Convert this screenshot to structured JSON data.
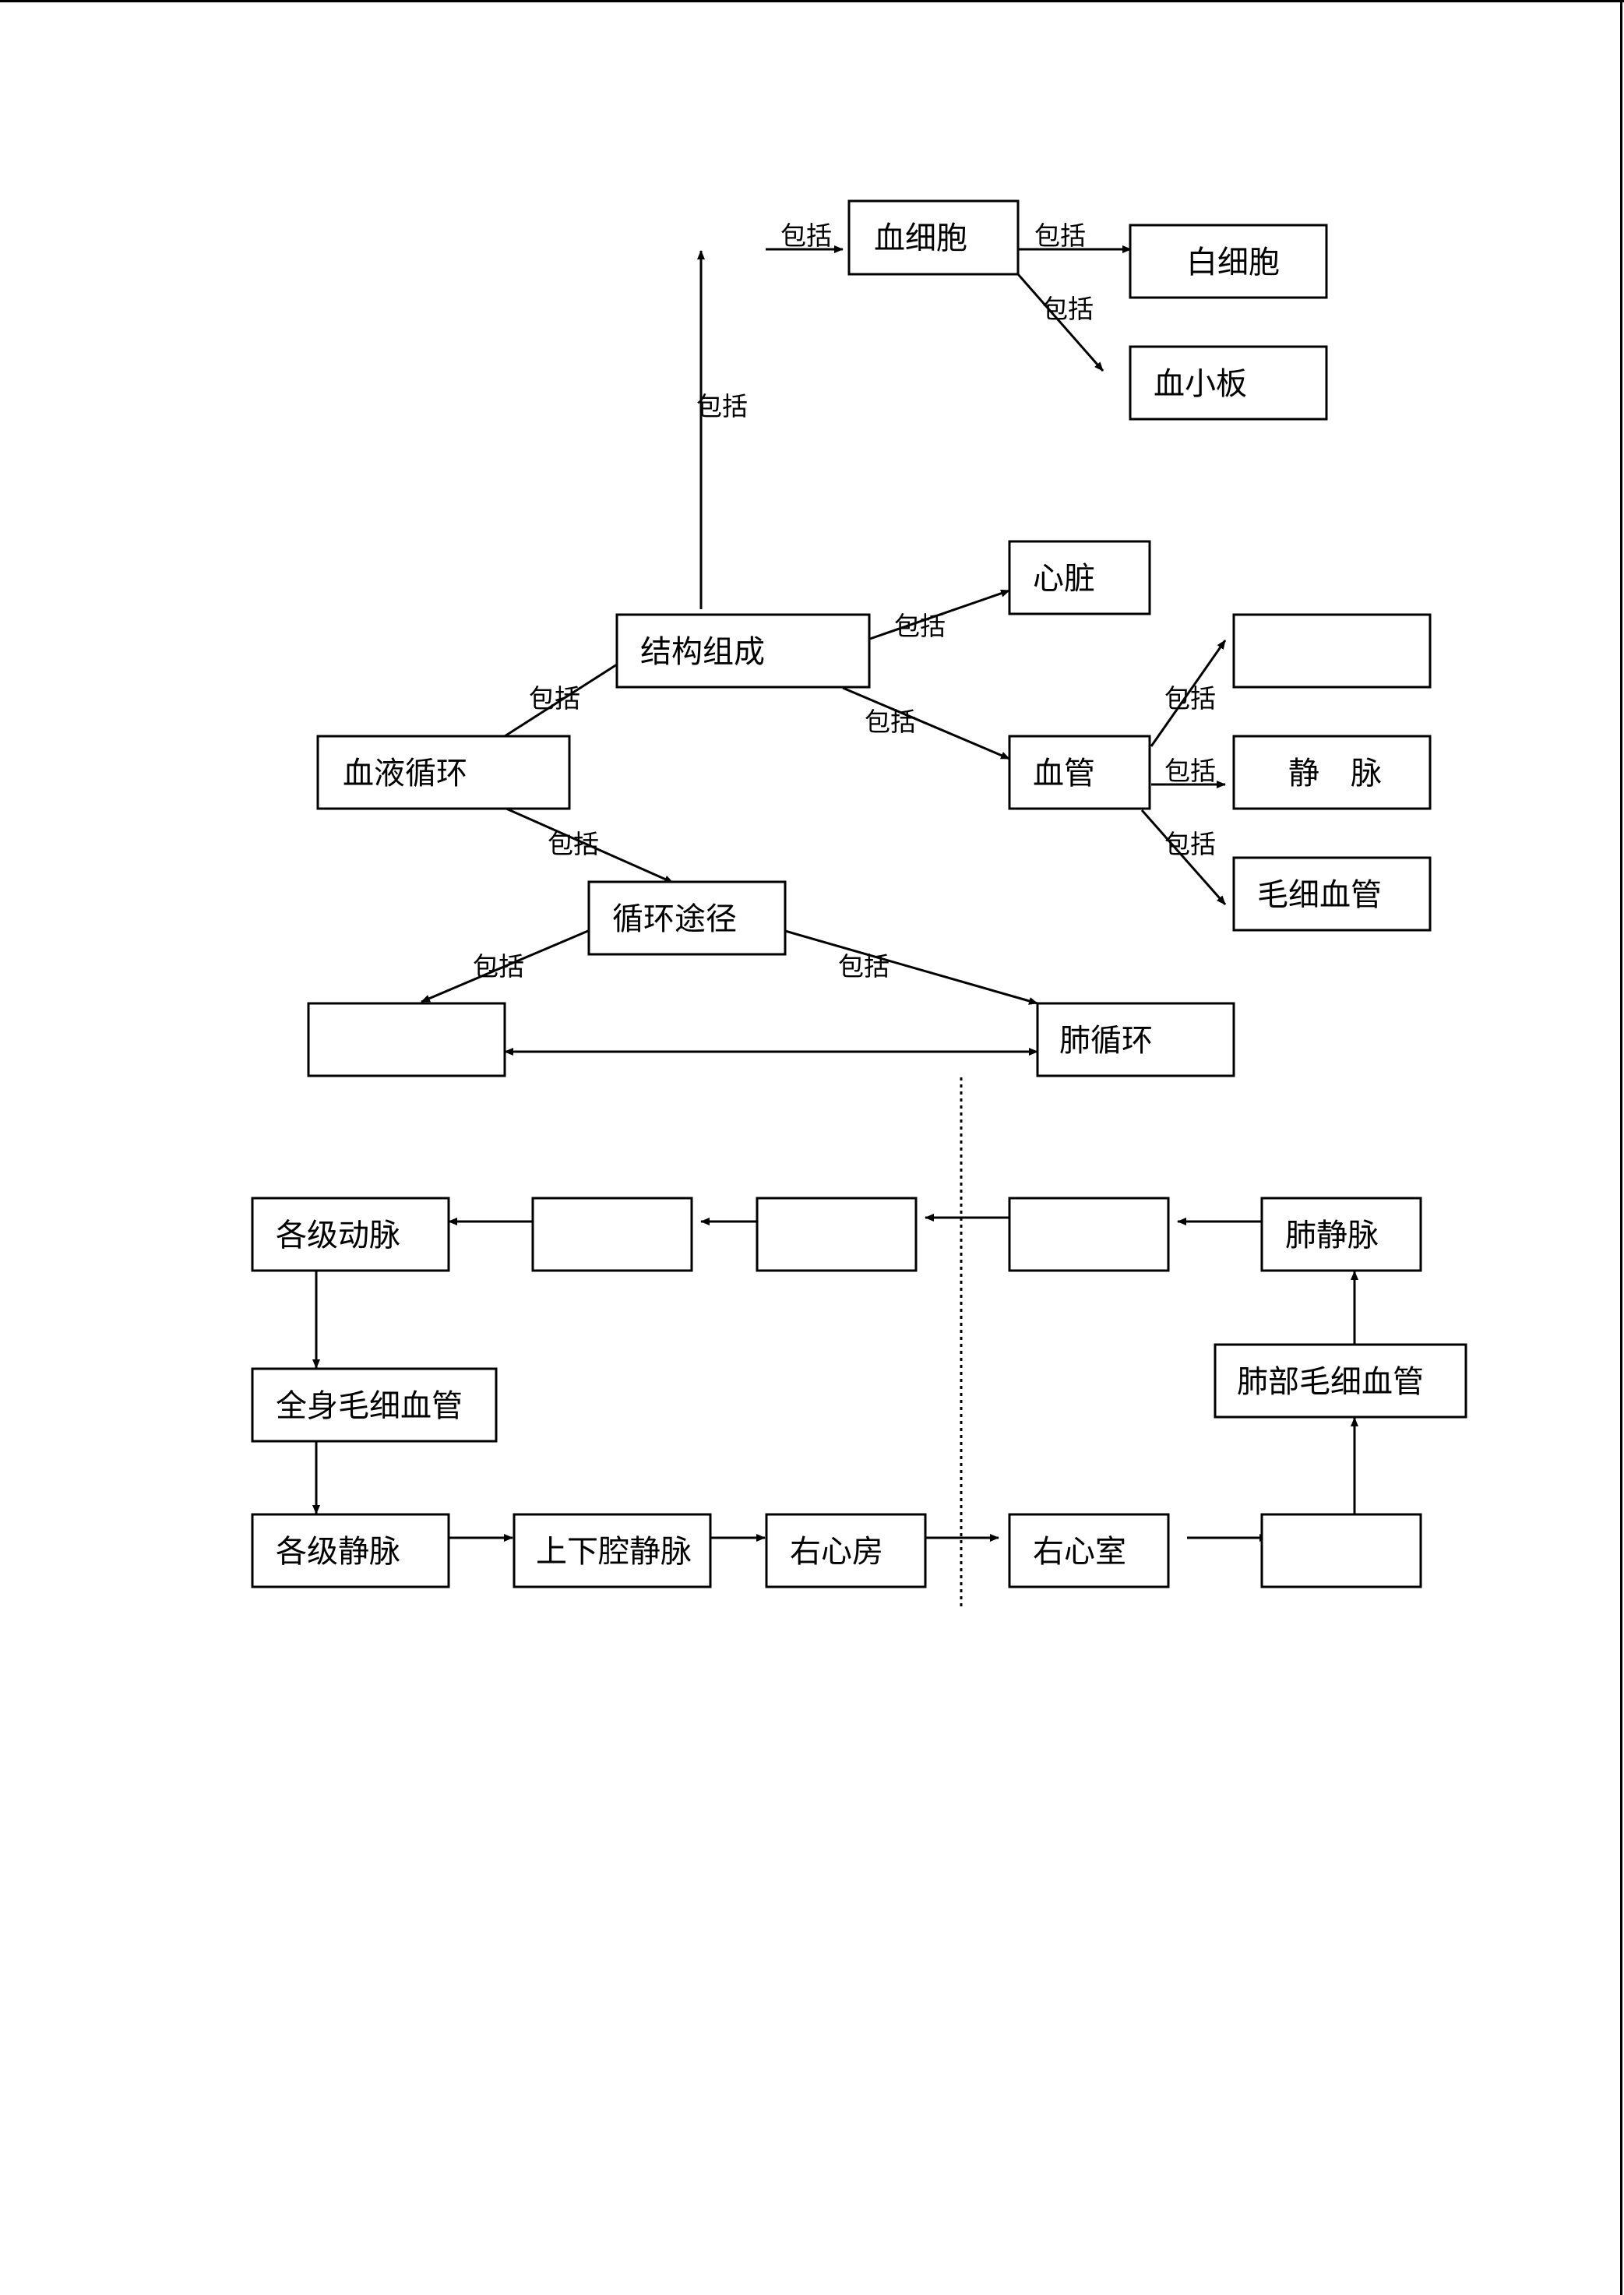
{
  "diagram": {
    "nodes": {
      "blood_circulation": "血液循环",
      "structure": "结构组成",
      "blood_cells": "血细胞",
      "white_blood_cells": "白细胞",
      "platelets": "血小板",
      "heart": "心脏",
      "blood_vessels": "血管",
      "blank_vessel_top": "",
      "veins": "静　脉",
      "capillaries": "毛细血管",
      "circulation_path": "循环途径",
      "blank_systemic": "",
      "pulmonary_circulation": "肺循环",
      "arteries_all_levels": "各级动脉",
      "blank_flow_1": "",
      "blank_flow_2": "",
      "blank_flow_3": "",
      "pulmonary_veins": "肺静脉",
      "body_capillaries": "全身毛细血管",
      "lung_capillaries": "肺部毛细血管",
      "veins_all_levels": "各级静脉",
      "vena_cava": "上下腔静脉",
      "right_atrium": "右心房",
      "right_ventricle": "右心室",
      "blank_flow_4": ""
    },
    "edge_label": "包括"
  }
}
